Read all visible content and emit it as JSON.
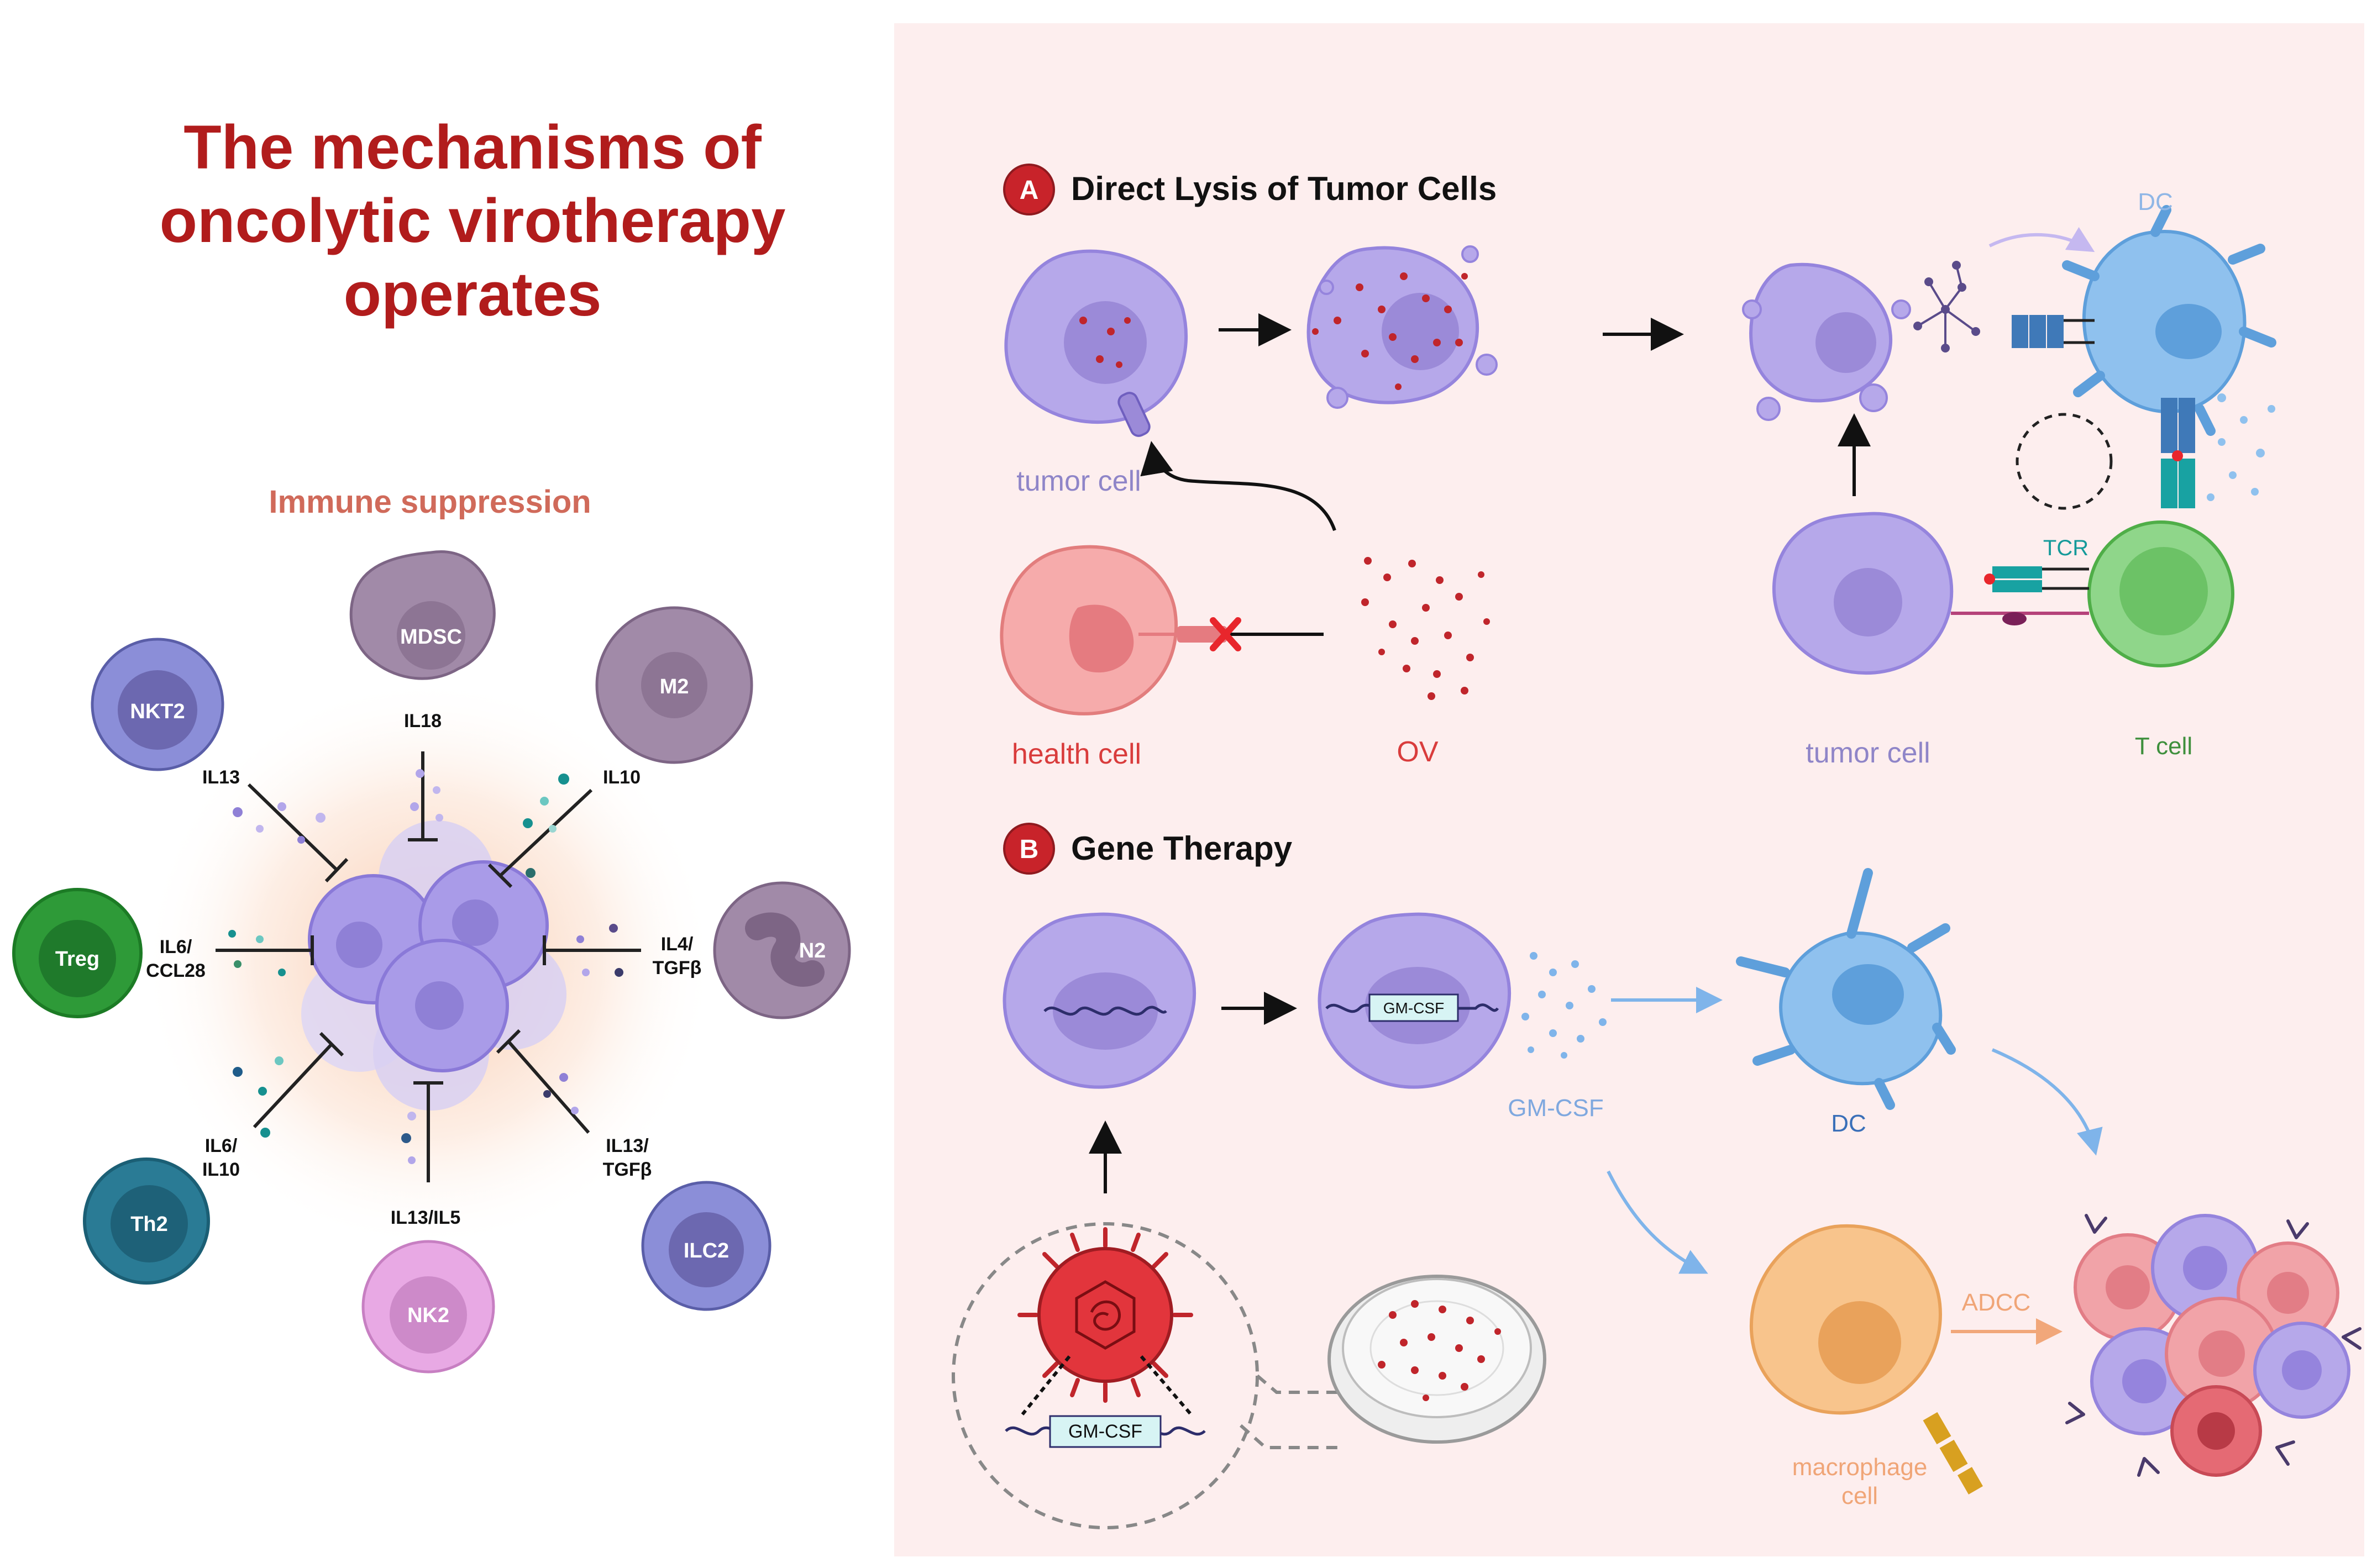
{
  "title": {
    "line1": "The mechanisms of",
    "line2": "oncolytic virotherapy",
    "line3": "operates"
  },
  "colors": {
    "title_red": "#b11c1c",
    "panel_bg": "#fdeeee",
    "tumor_purple": "#b6a8ea",
    "dc_blue": "#8fc1ee",
    "tcell_green": "#7fd27a",
    "health_red": "#f4a6a6",
    "ov_red": "#c0252b",
    "macrophage_orange": "#f8c48c"
  },
  "left": {
    "heading": "Immune suppression",
    "cells": {
      "mdsc": "MDSC",
      "m2": "M2",
      "nkt2": "NKT2",
      "treg": "Treg",
      "n2": "N2",
      "th2": "Th2",
      "ilc2": "ILC2",
      "nk2": "NK2"
    },
    "labels": {
      "il18": "IL18",
      "il13": "IL13",
      "il10": "IL10",
      "il6_ccl28_1": "IL6/",
      "il6_ccl28_2": "CCL28",
      "il4_tgfb_1": "IL4/",
      "il4_tgfb_2": "TGFβ",
      "il6_il10_1": "IL6/",
      "il6_il10_2": "IL10",
      "il13_tgfb_1": "IL13/",
      "il13_tgfb_2": "TGFβ",
      "il13_il5": "IL13/IL5"
    }
  },
  "panel_a": {
    "badge": "A",
    "title": "Direct Lysis of Tumor Cells",
    "tumor_cell": "tumor cell",
    "health_cell": "health cell",
    "ov": "OV",
    "dc": "DC",
    "tcr": "TCR",
    "tumor_cell_2": "tumor cell",
    "t_cell": "T cell"
  },
  "panel_b": {
    "badge": "B",
    "title": "Gene Therapy",
    "gmcsf_inner": "GM-CSF",
    "gmcsf_label": "GM-CSF",
    "dc": "DC",
    "adcc": "ADCC",
    "macrophage_1": "macrophage",
    "macrophage_2": "cell",
    "gmcsf_box": "GM-CSF"
  }
}
